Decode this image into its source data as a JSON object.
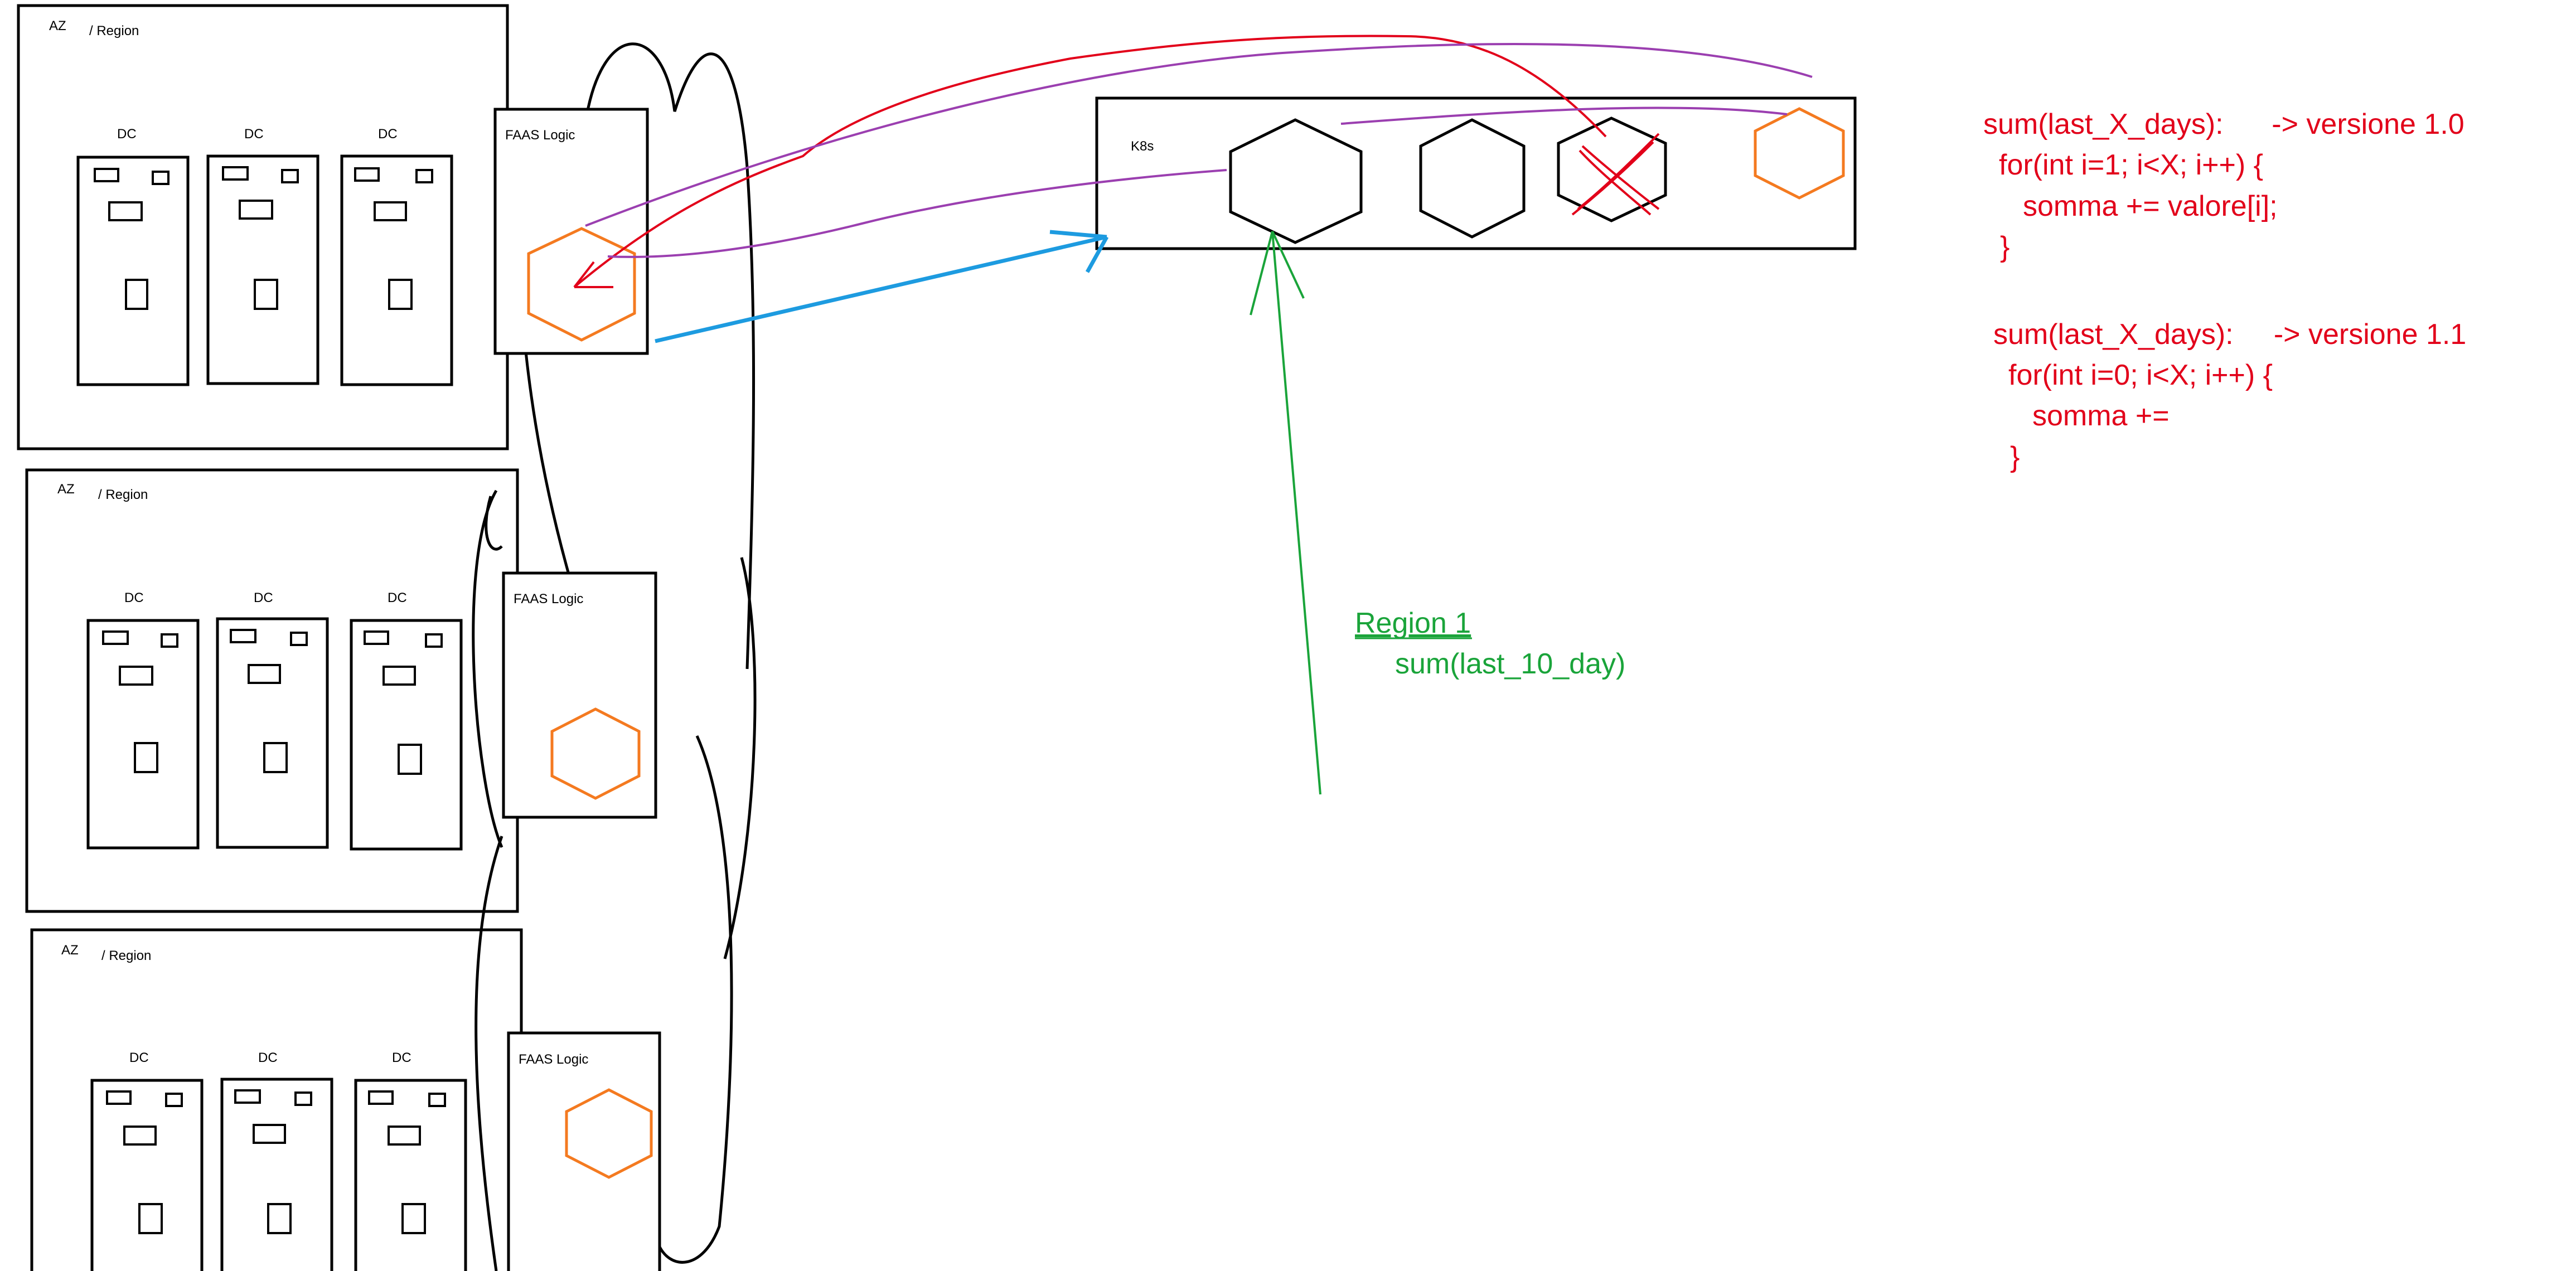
{
  "regions": [
    {
      "az_label": "AZ",
      "region_label": "/ Region",
      "dcs": [
        {
          "label": "DC"
        },
        {
          "label": "DC"
        },
        {
          "label": "DC"
        }
      ],
      "faas_label": "FAAS Logic"
    },
    {
      "az_label": "AZ",
      "region_label": "/ Region",
      "dcs": [
        {
          "label": "DC"
        },
        {
          "label": "DC"
        },
        {
          "label": "DC"
        }
      ],
      "faas_label": "FAAS Logic"
    },
    {
      "az_label": "AZ",
      "region_label": "/ Region",
      "dcs": [
        {
          "label": "DC"
        },
        {
          "label": "DC"
        },
        {
          "label": "DC"
        }
      ],
      "faas_label": "FAAS Logic"
    }
  ],
  "k8s": {
    "label": "K8s"
  },
  "code_v1": {
    "line1": "sum(last_X_days):      -> versione 1.0",
    "line2": "for(int i=1; i<X; i++) {",
    "line3": "somma += valore[i];",
    "line4": "}"
  },
  "code_v2": {
    "line1": "sum(last_X_days):     -> versione 1.1",
    "line2": "for(int i=0; i<X; i++) {",
    "line3": "somma +=",
    "line4": "}"
  },
  "region_note": {
    "title": "Region 1",
    "call": "sum(last_10_day)"
  },
  "colors": {
    "ink": "#000000",
    "faas_hexagon": "#f47a20",
    "annotation_red": "#e2001a",
    "annotation_green": "#1aa43a",
    "annotation_purple": "#9b3fb0",
    "arrow_blue": "#1d9be0"
  }
}
